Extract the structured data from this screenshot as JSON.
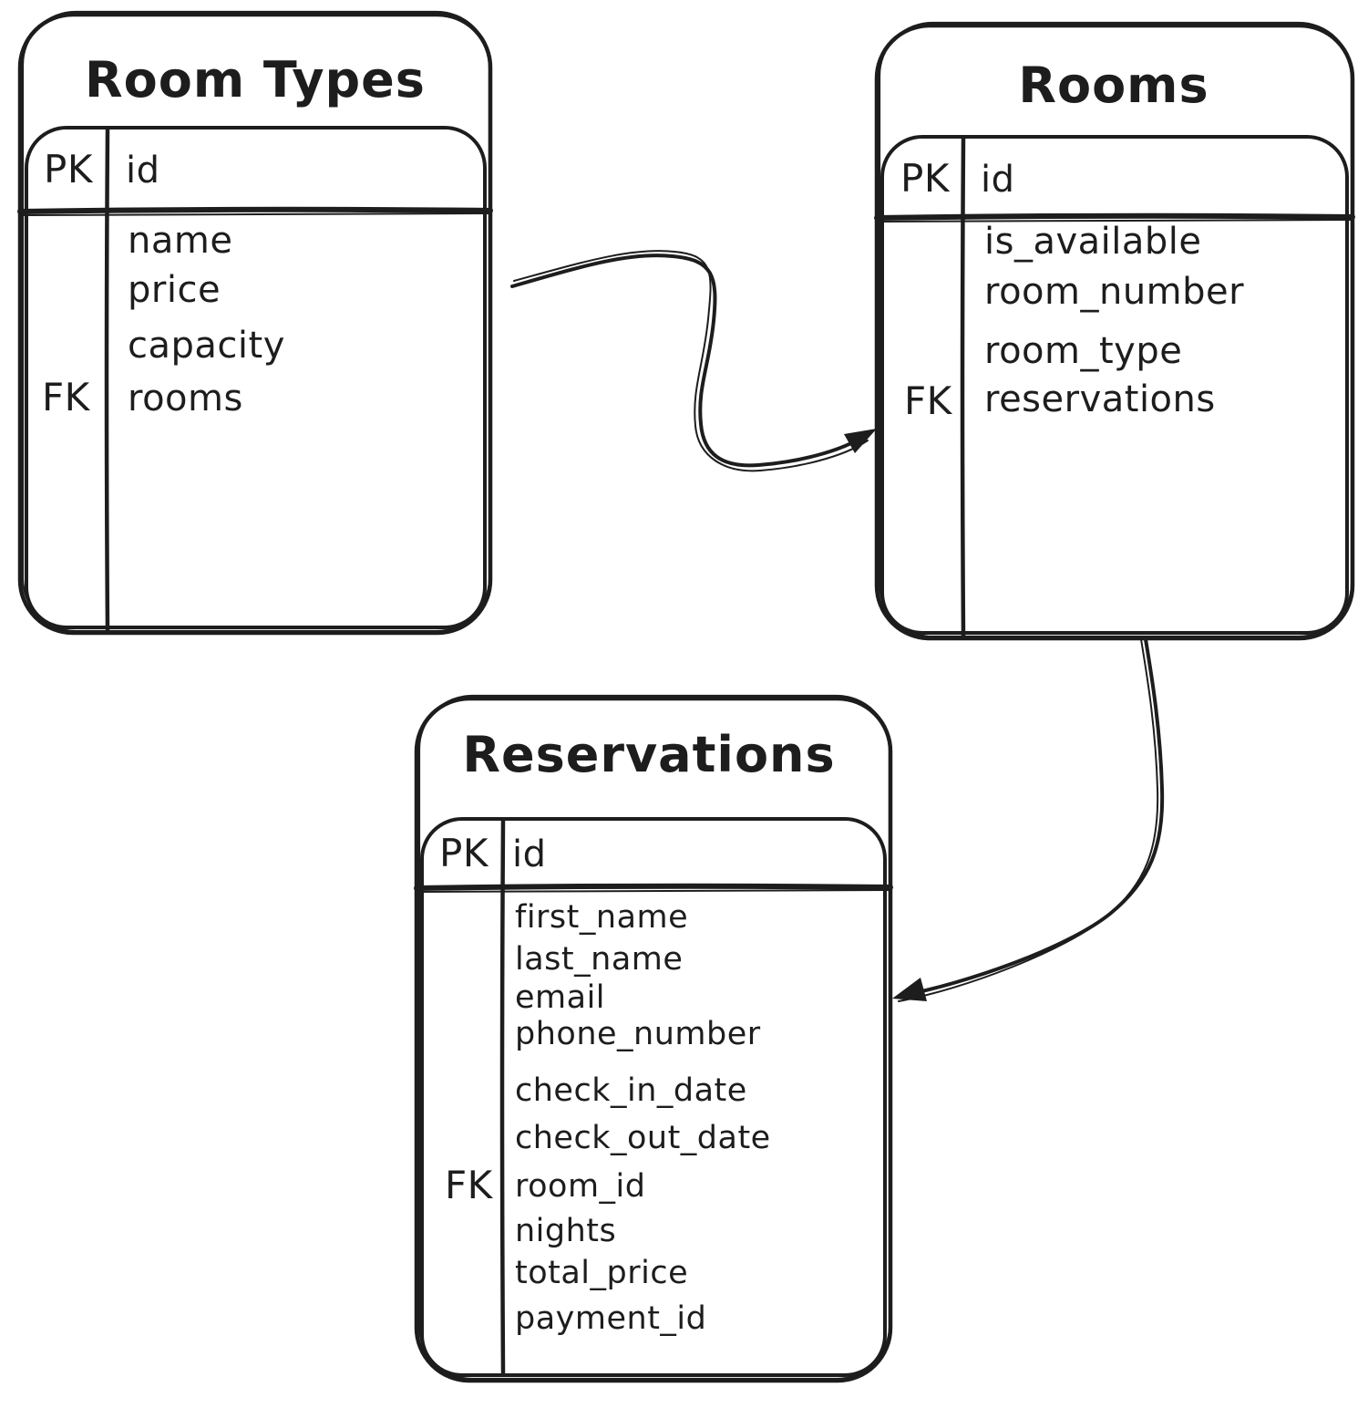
{
  "diagram_type": "entity-relationship",
  "style": "hand-drawn-sketch",
  "colors": {
    "stroke": "#1d1d1d",
    "background": "#ffffff"
  },
  "tables": [
    {
      "title": "Room Types",
      "primary_key": {
        "label": "PK",
        "field": "id"
      },
      "rows": [
        {
          "label": "",
          "field": "name"
        },
        {
          "label": "",
          "field": "price"
        },
        {
          "label": "",
          "field": "capacity"
        },
        {
          "label": "FK",
          "field": "rooms"
        }
      ]
    },
    {
      "title": "Rooms",
      "primary_key": {
        "label": "PK",
        "field": "id"
      },
      "rows": [
        {
          "label": "",
          "field": "is_available"
        },
        {
          "label": "",
          "field": "room_number"
        },
        {
          "label": "",
          "field": "room_type"
        },
        {
          "label": "FK",
          "field": "reservations"
        }
      ]
    },
    {
      "title": "Reservations",
      "primary_key": {
        "label": "PK",
        "field": "id"
      },
      "rows": [
        {
          "label": "",
          "field": "first_name"
        },
        {
          "label": "",
          "field": "last_name"
        },
        {
          "label": "",
          "field": "email"
        },
        {
          "label": "",
          "field": "phone_number"
        },
        {
          "label": "",
          "field": "check_in_date"
        },
        {
          "label": "",
          "field": "check_out_date"
        },
        {
          "label": "FK",
          "field": "room_id"
        },
        {
          "label": "",
          "field": "nights"
        },
        {
          "label": "",
          "field": "total_price"
        },
        {
          "label": "",
          "field": "payment_id"
        }
      ]
    }
  ],
  "relations": [
    {
      "from": "Room Types",
      "to": "Rooms"
    },
    {
      "from": "Rooms",
      "to": "Reservations"
    }
  ]
}
